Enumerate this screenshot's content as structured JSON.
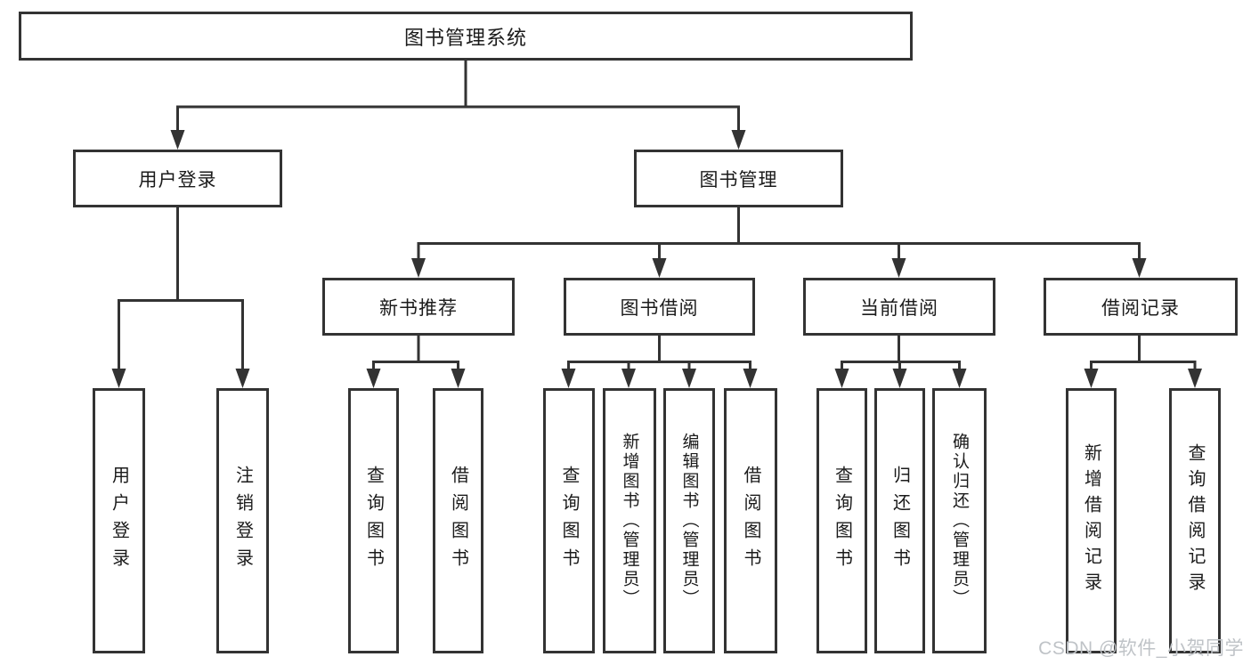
{
  "tree": {
    "root": {
      "label": "图书管理系统"
    },
    "level2": [
      {
        "label": "用户登录"
      },
      {
        "label": "图书管理"
      }
    ],
    "level3": [
      {
        "label": "新书推荐"
      },
      {
        "label": "图书借阅"
      },
      {
        "label": "当前借阅"
      },
      {
        "label": "借阅记录"
      }
    ],
    "leaves": {
      "user_login": [
        {
          "label": "用户登录"
        },
        {
          "label": "注销登录"
        }
      ],
      "new_books": [
        {
          "label": "查询图书"
        },
        {
          "label": "借阅图书"
        }
      ],
      "book_borrowing": [
        {
          "label": "查询图书"
        },
        {
          "label": "新增图书（管理员）"
        },
        {
          "label": "编辑图书（管理员）"
        },
        {
          "label": "借阅图书"
        }
      ],
      "current_borrowing": [
        {
          "label": "查询图书"
        },
        {
          "label": "归还图书"
        },
        {
          "label": "确认归还（管理员）"
        }
      ],
      "records": [
        {
          "label": "新增借阅记录"
        },
        {
          "label": "查询借阅记录"
        }
      ]
    }
  },
  "watermark": {
    "text": "CSDN @软件_小贺同学"
  },
  "colors": {
    "line": "#333333",
    "box_border": "#333333",
    "text": "#1b1b1b",
    "background": "#ffffff",
    "watermark": "#bfc3c7"
  }
}
